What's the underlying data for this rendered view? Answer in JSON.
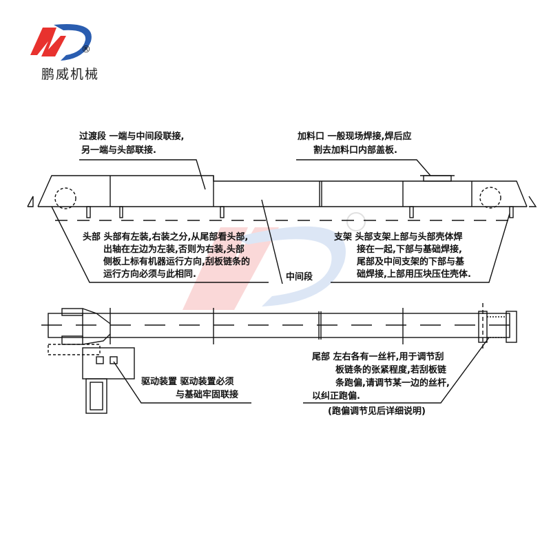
{
  "logo": {
    "brand": "鹏威机械",
    "mark": "®",
    "red": "#e8322e",
    "blue": "#2a5db0"
  },
  "watermark": {
    "mark": "®"
  },
  "callouts": {
    "transition": {
      "line1": "过渡段 一端与中间段联接,",
      "line2": "另一端与头部联接."
    },
    "feed_inlet": {
      "line1": "加料口 一般现场焊接,焊后应",
      "line2": "割去加料口内部盖板."
    },
    "head": {
      "line1": "头部 头部有左装,右装之分,从尾部看头部,",
      "line2": "出轴在左边为左装,否则为右装,头部",
      "line3": "侧板上标有机器运行方向,刮板链条的",
      "line4": "运行方向必须与此相同."
    },
    "middle": {
      "label": "中间段"
    },
    "support": {
      "line1": "支架 头部支架上部与头部壳体焊",
      "line2": "接在一起,下部与基础焊接,",
      "line3": "尾部及中间支架的下部与基",
      "line4": "础焊接,上部用压块压住壳体."
    },
    "drive": {
      "line1": "驱动装置 驱动装置必须",
      "line2": "与基础牢固联接"
    },
    "tail": {
      "line1": "尾部 左右各有一丝杆,用于调节刮",
      "line2": "板链条的张紧程度,若刮板链",
      "line3": "条跑偏,请调节某一边的丝杆,",
      "line4": "以纠正跑偏.",
      "note": "(跑偏调节见后详细说明)"
    }
  }
}
